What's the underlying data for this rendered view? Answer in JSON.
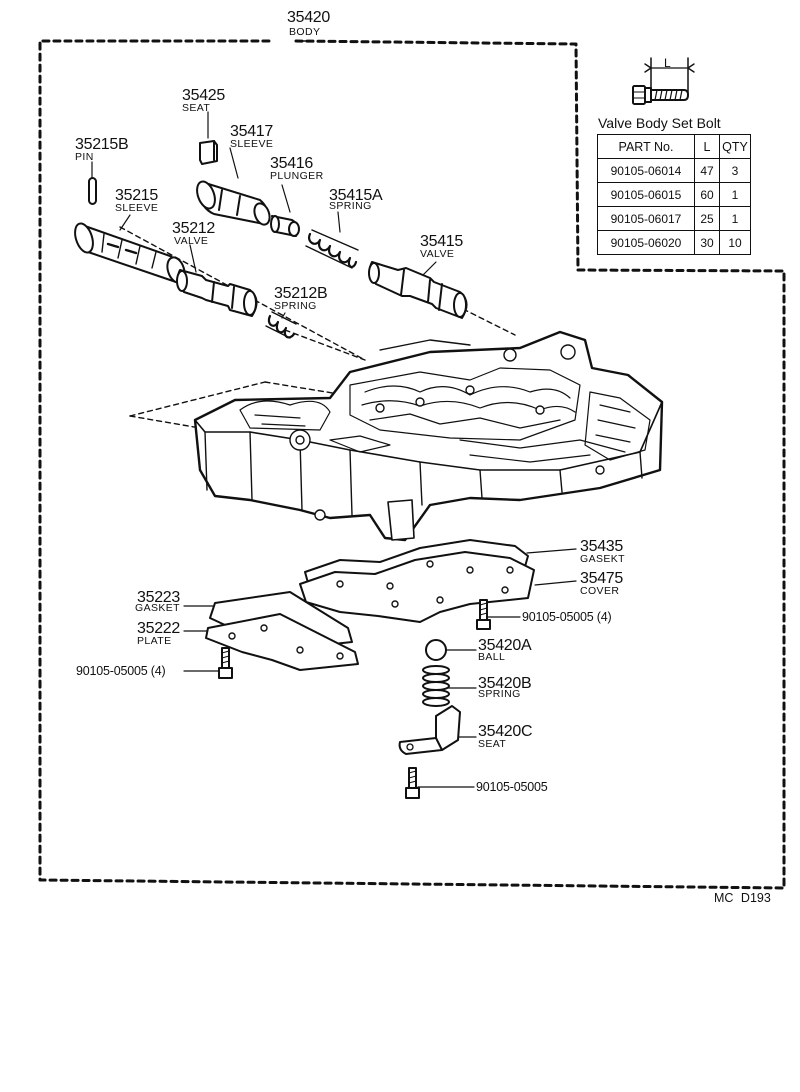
{
  "diagram": {
    "main": {
      "part": "35420",
      "name": "BODY"
    },
    "parts": [
      {
        "id": "p35425",
        "part": "35425",
        "name": "SEAT"
      },
      {
        "id": "p35417",
        "part": "35417",
        "name": "SLEEVE"
      },
      {
        "id": "p35215B",
        "part": "35215B",
        "name": "PIN"
      },
      {
        "id": "p35416",
        "part": "35416",
        "name": "PLUNGER"
      },
      {
        "id": "p35415A",
        "part": "35415A",
        "name": "SPRING"
      },
      {
        "id": "p35215",
        "part": "35215",
        "name": "SLEEVE"
      },
      {
        "id": "p35212",
        "part": "35212",
        "name": "VALVE"
      },
      {
        "id": "p35415",
        "part": "35415",
        "name": "VALVE"
      },
      {
        "id": "p35212B",
        "part": "35212B",
        "name": "SPRING"
      },
      {
        "id": "p35435",
        "part": "35435",
        "name": "GASEKT"
      },
      {
        "id": "p35475",
        "part": "35475",
        "name": "COVER"
      },
      {
        "id": "p35223",
        "part": "35223",
        "name": "GASKET"
      },
      {
        "id": "p35222",
        "part": "35222",
        "name": "PLATE"
      },
      {
        "id": "p35420A",
        "part": "35420A",
        "name": "BALL"
      },
      {
        "id": "p35420B",
        "part": "35420B",
        "name": "SPRING"
      },
      {
        "id": "p35420C",
        "part": "35420C",
        "name": "SEAT"
      }
    ],
    "bolts": {
      "cover_bolt": "90105-05005 (4)",
      "plate_bolt": "90105-05005 (4)",
      "seat_bolt": "90105-05005"
    },
    "bolt_table": {
      "title": "Valve Body Set Bolt",
      "dimension_label": "L",
      "headers": [
        "PART No.",
        "L",
        "QTY"
      ],
      "rows": [
        {
          "part_no": "90105-06014",
          "l": "47",
          "qty": "3"
        },
        {
          "part_no": "90105-06015",
          "l": "60",
          "qty": "1"
        },
        {
          "part_no": "90105-06017",
          "l": "25",
          "qty": "1"
        },
        {
          "part_no": "90105-06020",
          "l": "30",
          "qty": "10"
        }
      ]
    },
    "drawing_code": "MC D193"
  }
}
